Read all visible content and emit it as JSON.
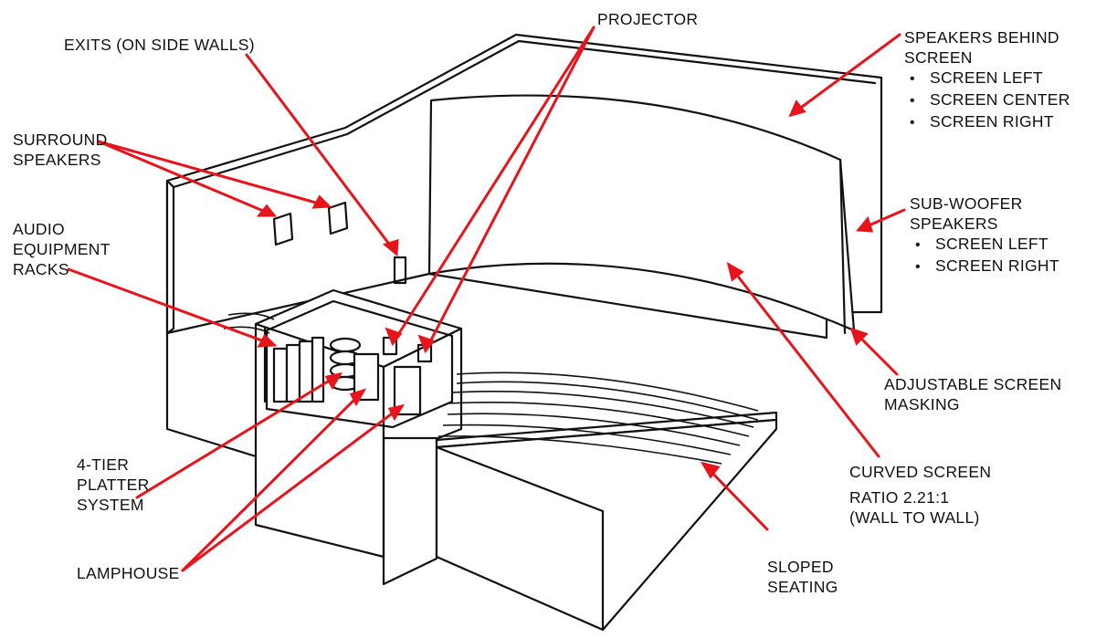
{
  "diagram": {
    "colors": {
      "line": "#111111",
      "callout": "#e8141b",
      "background": "#ffffff"
    },
    "labels": {
      "projector": "PROJECTOR",
      "exits": "EXITS (ON SIDE WALLS)",
      "surround": {
        "line1": "SURROUND",
        "line2": "SPEAKERS"
      },
      "audio_racks": {
        "line1": "AUDIO",
        "line2": "EQUIPMENT",
        "line3": "RACKS"
      },
      "speakers_behind": {
        "line1": "SPEAKERS BEHIND",
        "line2": "SCREEN",
        "items": [
          "SCREEN LEFT",
          "SCREEN CENTER",
          "SCREEN RIGHT"
        ]
      },
      "subwoofer": {
        "line1": "SUB-WOOFER",
        "line2": "SPEAKERS",
        "items": [
          "SCREEN LEFT",
          "SCREEN RIGHT"
        ]
      },
      "masking": {
        "line1": "ADJUSTABLE SCREEN",
        "line2": "MASKING"
      },
      "curved_screen": {
        "line1": "CURVED SCREEN",
        "line2": "RATIO 2.21:1",
        "line3": "(WALL TO WALL)"
      },
      "platter": {
        "line1": "4-TIER",
        "line2": "PLATTER",
        "line3": "SYSTEM"
      },
      "lamphouse": "LAMPHOUSE",
      "seating": {
        "line1": "SLOPED",
        "line2": "SEATING"
      }
    }
  }
}
